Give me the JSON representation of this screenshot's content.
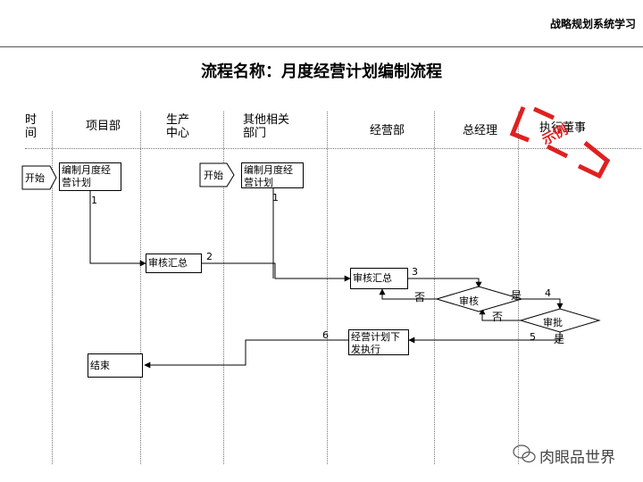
{
  "header": {
    "title": "战略规划系统学习"
  },
  "flow_title": "流程名称：月度经营计划编制流程",
  "lanes": [
    {
      "label": "时\n间"
    },
    {
      "label": "项目部"
    },
    {
      "label": "生产\n中心"
    },
    {
      "label": "其他相关\n部门"
    },
    {
      "label": "经营部"
    },
    {
      "label": "总经理"
    },
    {
      "label": "执行董事"
    }
  ],
  "nodes": {
    "start1": "开始",
    "start2": "开始",
    "plan1": "编制月度经营计划",
    "plan2": "编制月度经营计划",
    "review_prod": "审核汇总",
    "review_ops": "审核汇总",
    "audit": "审核",
    "approve": "审批",
    "issue": "经营计划下发执行",
    "end": "结束"
  },
  "steps": [
    "1",
    "1",
    "2",
    "3",
    "4",
    "5",
    "6"
  ],
  "labels": {
    "no1": "否",
    "yes1": "是",
    "no2": "否",
    "yes2": "是"
  },
  "stamp": {
    "text": "示例",
    "color": "#e02020"
  },
  "watermark": {
    "text": "肉眼品世界"
  }
}
